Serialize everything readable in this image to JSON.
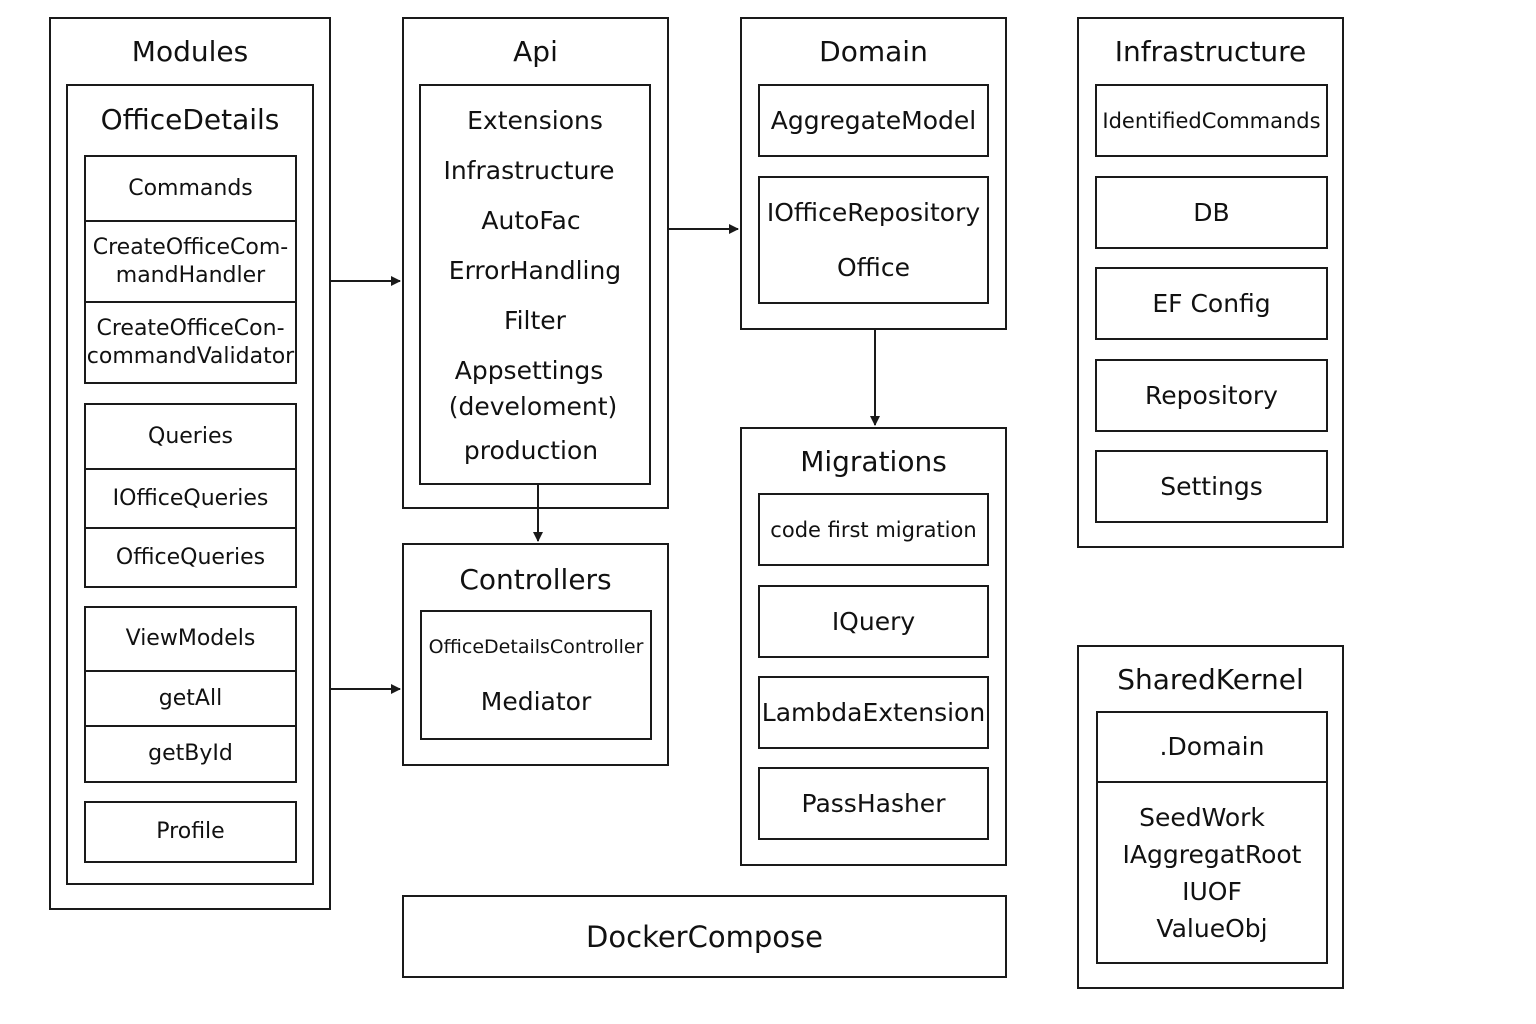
{
  "modules": {
    "title": "Modules",
    "office_details": {
      "title": "OfficeDetails",
      "commands": [
        "Commands",
        "CreateOfficeCom-\nmandHandler",
        "CreateOfficeCon-\ncommandValidator"
      ],
      "queries": [
        "Queries",
        "IOfficeQueries",
        "OfficeQueries"
      ],
      "view_models": [
        "ViewModels",
        "getAll",
        "getById"
      ],
      "profile": "Profile"
    }
  },
  "api": {
    "title": "Api",
    "items": [
      "Extensions",
      "Infrastructure",
      "AutoFac",
      "ErrorHandling",
      "Filter",
      "Appsettings",
      "(develoment)",
      "production"
    ]
  },
  "controllers": {
    "title": "Controllers",
    "items": [
      "OfficeDetailsController",
      "Mediator"
    ]
  },
  "domain": {
    "title": "Domain",
    "aggregate": "AggregateModel",
    "repo_items": [
      "IOfficeRepository",
      "Office"
    ]
  },
  "migrations": {
    "title": "Migrations",
    "items": [
      "code first migration",
      "IQuery",
      "LambdaExtension",
      "PassHasher"
    ]
  },
  "infrastructure": {
    "title": "Infrastructure",
    "items": [
      "IdentifiedCommands",
      "DB",
      "EF Config",
      "Repository",
      "Settings"
    ]
  },
  "shared_kernel": {
    "title": "SharedKernel",
    "domain": ".Domain",
    "seedwork": [
      "SeedWork",
      "IAggregatRoot",
      "IUOF",
      "ValueObj"
    ]
  },
  "docker": "DockerCompose",
  "colors": {
    "stroke": "#1a1a1a",
    "background": "#ffffff"
  }
}
